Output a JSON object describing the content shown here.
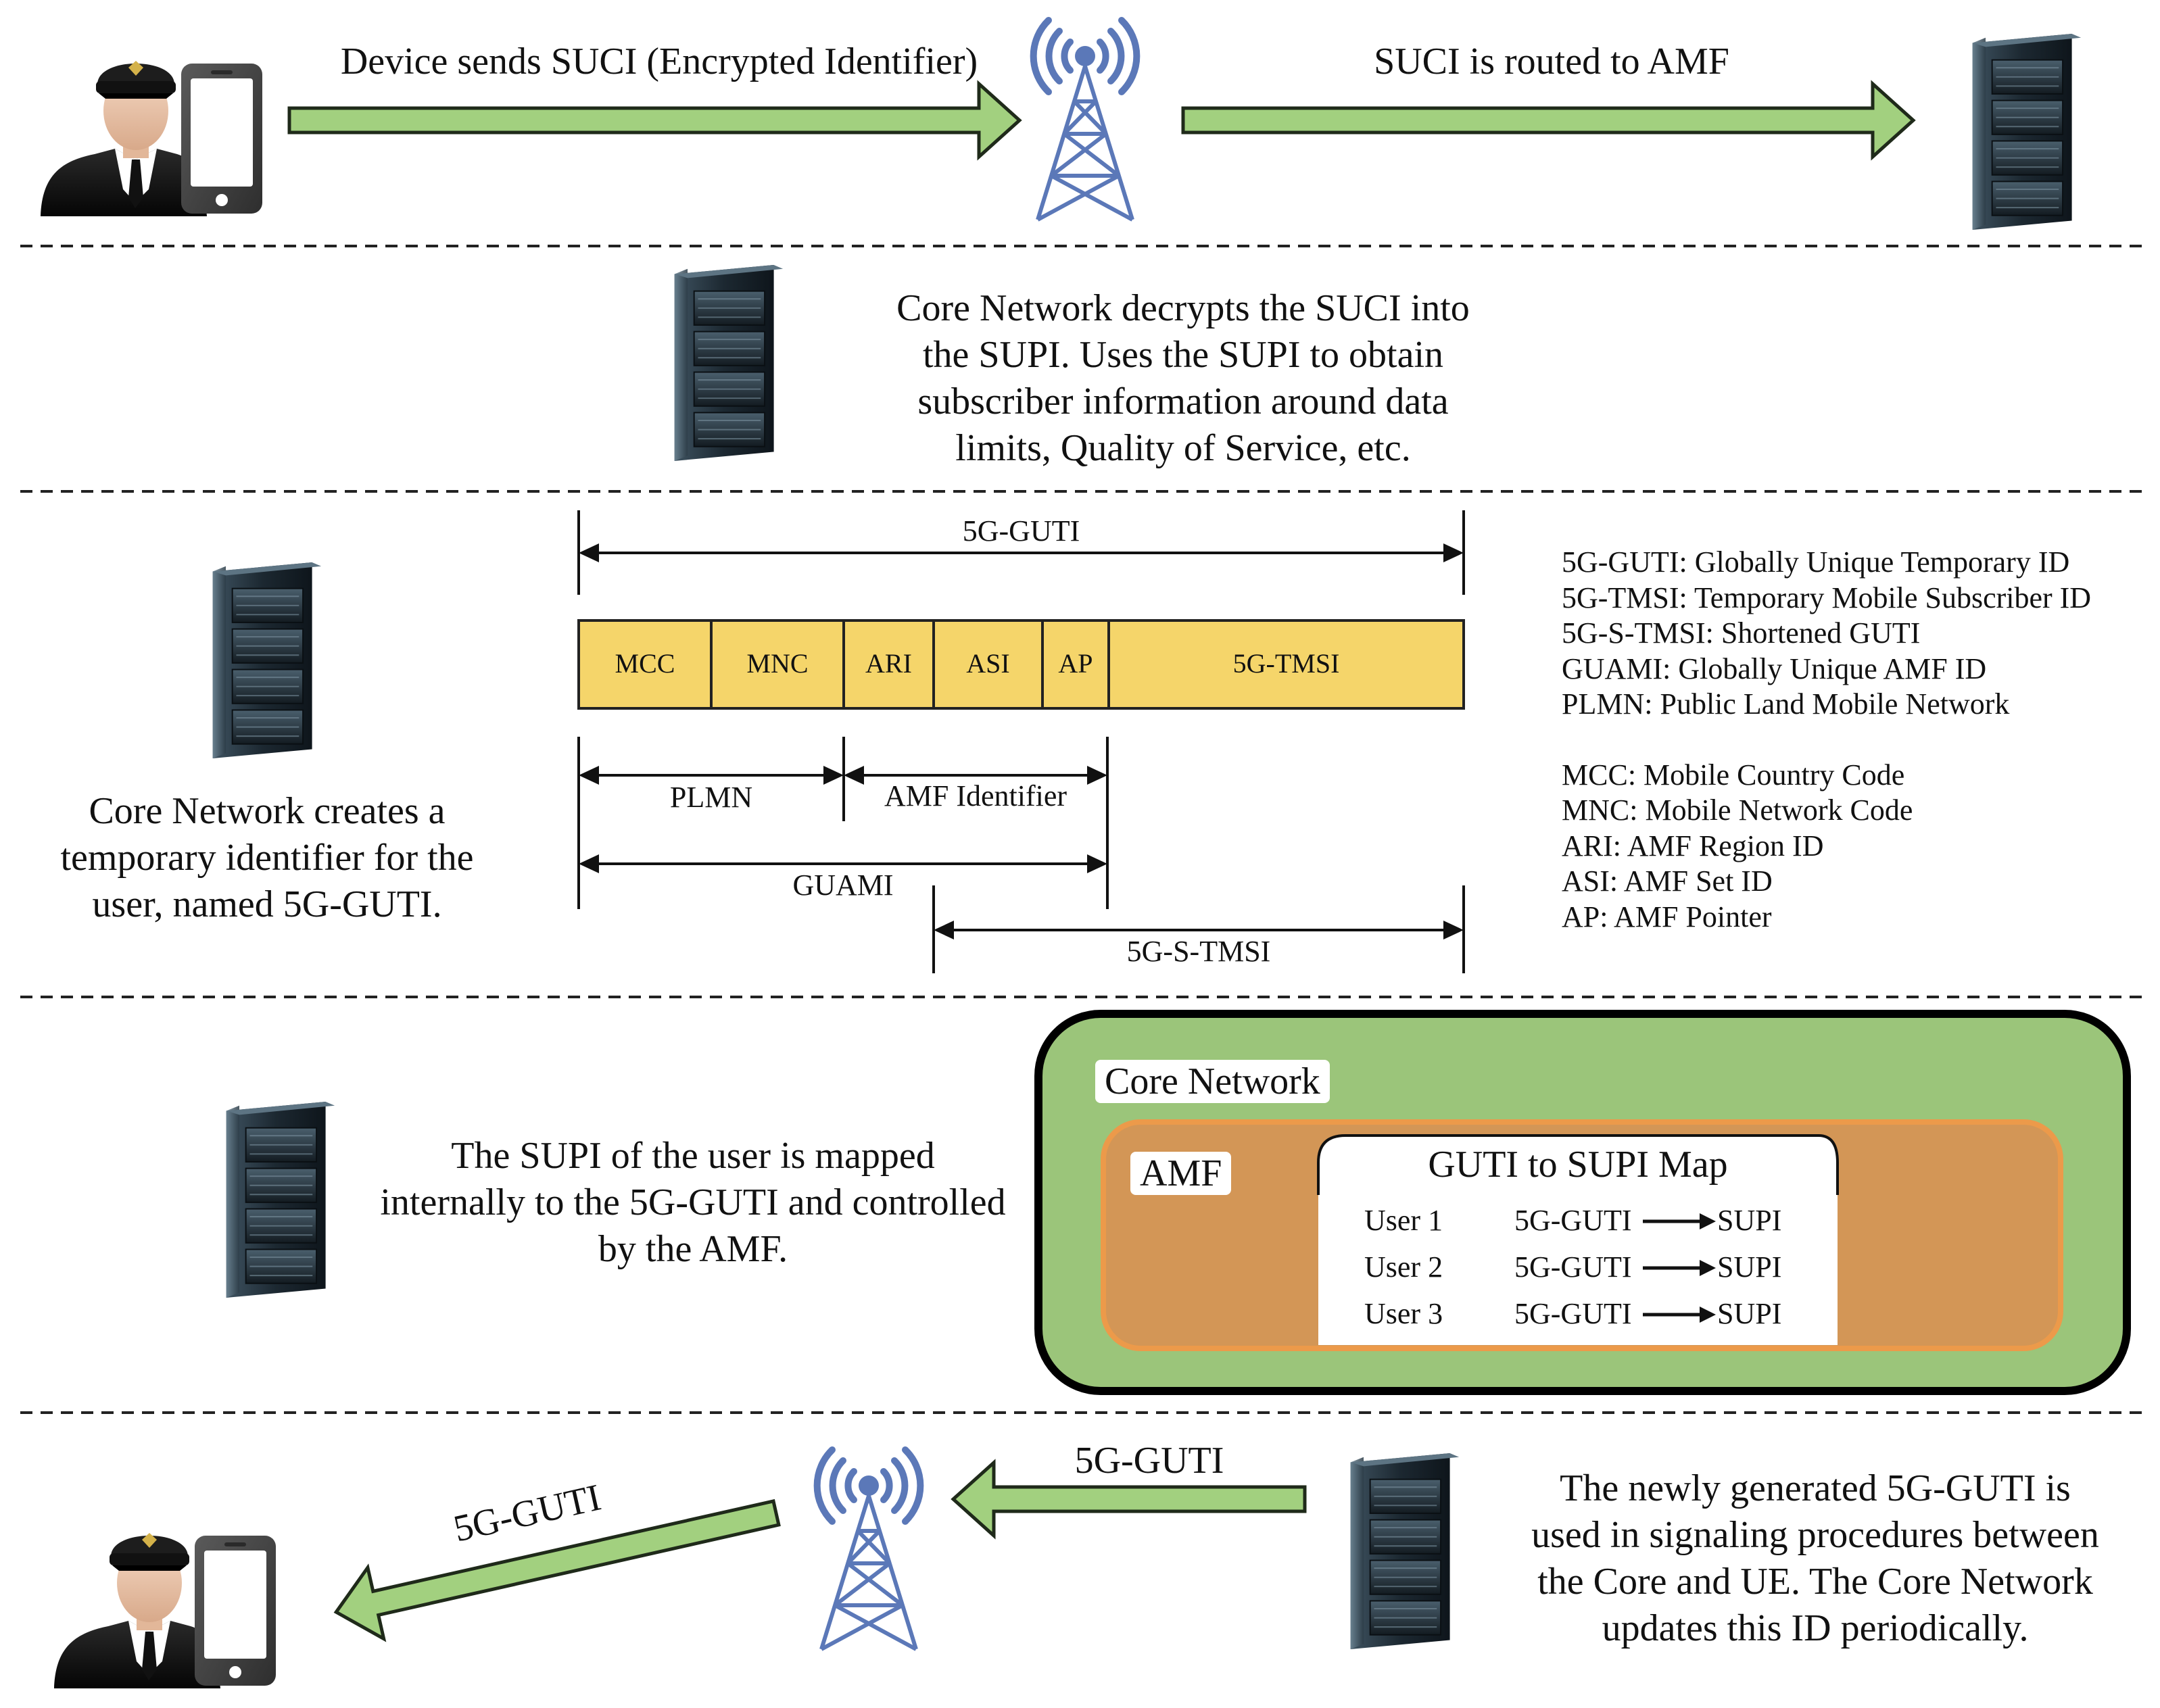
{
  "colors": {
    "arrow_fill": "#a2d07f",
    "arrow_stroke": "#1f2a1a",
    "tower": "#5b78b8",
    "guti_field": "#f5d56a",
    "core_network_box": "#9bc57a",
    "amf_box": "#d39656",
    "server_dark": "#1f2b33"
  },
  "row1": {
    "arrow1_label": "Device sends SUCI (Encrypted Identifier)",
    "arrow2_label": "SUCI is routed to AMF"
  },
  "row2": {
    "lines": [
      "Core Network decrypts the SUCI into",
      "the SUPI. Uses the SUPI to obtain",
      "subscriber information around data",
      "limits, Quality of Service, etc."
    ]
  },
  "row3": {
    "description": [
      "Core Network creates a",
      "temporary identifier for the",
      "user, named 5G-GUTI."
    ],
    "top_span_label": "5G-GUTI",
    "fields": [
      "MCC",
      "MNC",
      "ARI",
      "ASI",
      "AP",
      "5G-TMSI"
    ],
    "spans": {
      "plmn": "PLMN",
      "amf_identifier": "AMF Identifier",
      "guami": "GUAMI",
      "s_tmsi": "5G-S-TMSI"
    },
    "legend_top": [
      "5G-GUTI: Globally Unique Temporary ID",
      "5G-TMSI: Temporary Mobile Subscriber ID",
      "5G-S-TMSI: Shortened GUTI",
      "GUAMI: Globally Unique AMF ID",
      "PLMN: Public Land Mobile Network"
    ],
    "legend_bottom": [
      "MCC: Mobile Country Code",
      "MNC: Mobile Network Code",
      "ARI: AMF Region ID",
      "ASI: AMF Set ID",
      "AP: AMF Pointer"
    ]
  },
  "row4": {
    "description": [
      "The SUPI of the user is mapped",
      "internally to the 5G-GUTI and controlled",
      "by the AMF."
    ],
    "core_network_label": "Core Network",
    "amf_label": "AMF",
    "map_title": "GUTI to SUPI Map",
    "map_rows": [
      {
        "user": "User 1",
        "from": "5G-GUTI",
        "to": "SUPI"
      },
      {
        "user": "User 2",
        "from": "5G-GUTI",
        "to": "SUPI"
      },
      {
        "user": "User 3",
        "from": "5G-GUTI",
        "to": "SUPI"
      }
    ]
  },
  "row5": {
    "arrow_to_tower_label": "5G-GUTI",
    "arrow_to_device_label": "5G-GUTI",
    "description": [
      "The newly generated 5G-GUTI is",
      "used in signaling procedures between",
      "the Core and UE. The Core Network",
      "updates this ID periodically."
    ]
  }
}
